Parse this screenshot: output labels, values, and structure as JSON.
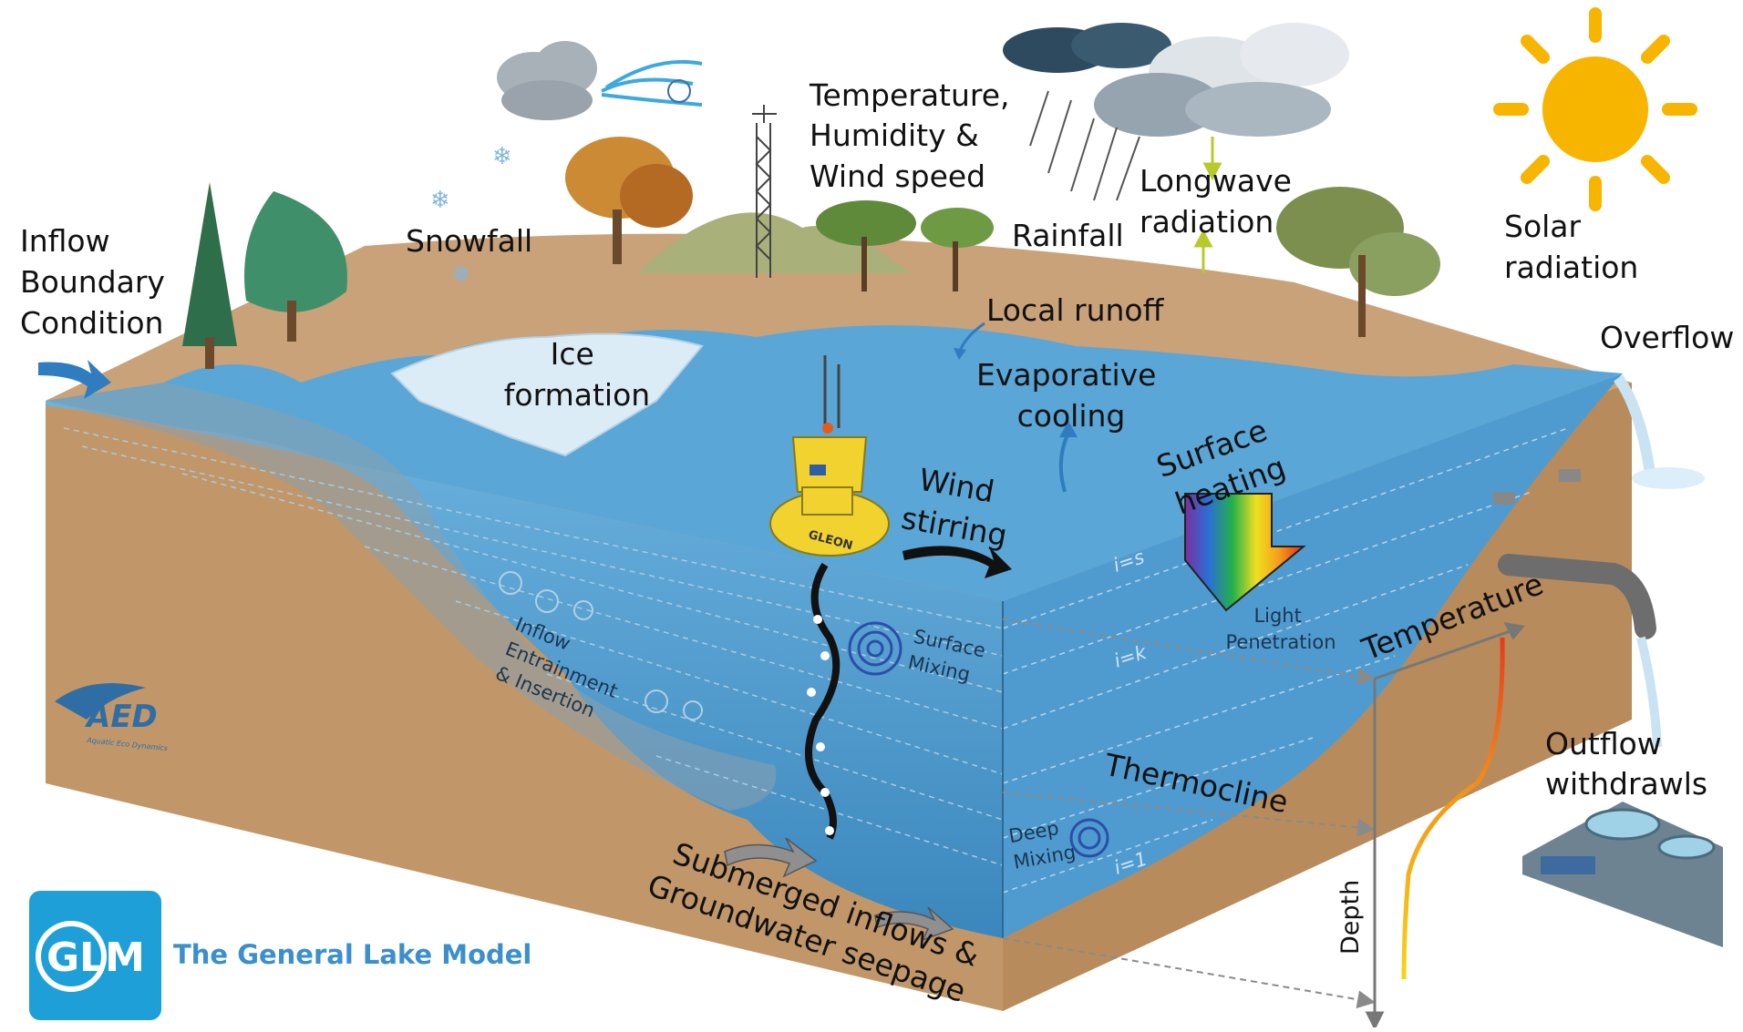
{
  "labels": {
    "inflow_boundary": [
      "Inflow",
      "Boundary",
      "Condition"
    ],
    "snowfall": "Snowfall",
    "met": [
      "Temperature,",
      "Humidity &",
      "Wind speed"
    ],
    "rainfall": "Rainfall",
    "longwave": [
      "Longwave",
      "radiation"
    ],
    "solar": [
      "Solar",
      "radiation"
    ],
    "overflow": "Overflow",
    "local_runoff": "Local runoff",
    "ice": [
      "Ice",
      "formation"
    ],
    "evaporative": [
      "Evaporative",
      "cooling"
    ],
    "surface_heating": [
      "Surface",
      "heating"
    ],
    "wind_stirring": [
      "Wind",
      "stirring"
    ],
    "light_penetration": [
      "Light",
      "Penetration"
    ],
    "surface_mixing": [
      "Surface",
      "Mixing"
    ],
    "inflow_entrainment": [
      "Inflow",
      "Entrainment",
      "& Insertion"
    ],
    "thermocline": "Thermocline",
    "deep_mixing": [
      "Deep",
      "Mixing"
    ],
    "submerged": [
      "Submerged inflows &",
      "Groundwater seepage"
    ],
    "temperature": "Temperature",
    "depth": "Depth",
    "outflow": [
      "Outflow",
      "withdrawls"
    ],
    "layer_top": "i=s",
    "layer_mid": "i=k",
    "layer_bottom": "i=1",
    "buoy_brand": "GLEON",
    "aed_logo": "AED",
    "aed_sub": "Aquatic Eco Dynamics",
    "glm_logo": "GLM",
    "glm_title": "The General Lake Model"
  },
  "colors": {
    "water": "#5aa6d6",
    "water_deep": "#3f8fc4",
    "soil": "#c9a27a",
    "soil_dark": "#b68a60",
    "ice": "#dcecf7",
    "buoy": "#f2d22e",
    "sun": "#f7b500",
    "glm_brand": "#3b8fcc"
  }
}
